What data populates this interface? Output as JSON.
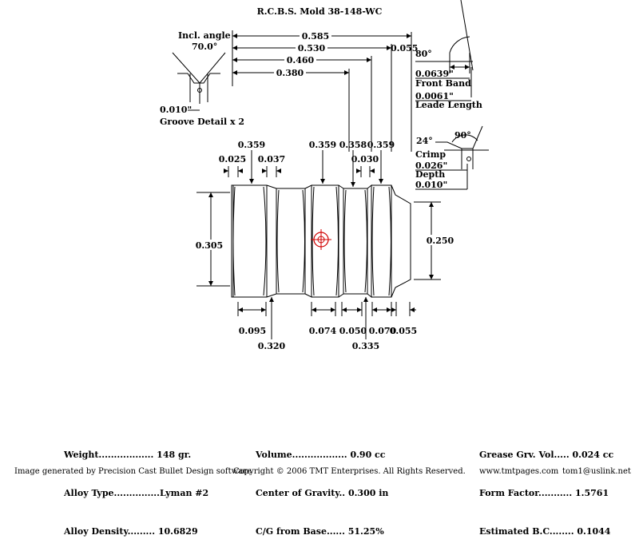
{
  "title": "R.C.B.S. Mold   38-148-WC",
  "top_dims": {
    "d1": "0.585",
    "d2": "0.530",
    "d3": "0.460",
    "d4": "0.380",
    "d5": "0.055"
  },
  "groove_detail": {
    "angle_label": "Incl. angle",
    "angle": "70.0°",
    "depth": "0.010\"",
    "label": "Groove Detail x 2"
  },
  "front_band": {
    "angle": "80°",
    "value": "0.0639\"",
    "label": "Front Band",
    "leade_value": "0.0061\"",
    "leade_label": "Leade Length"
  },
  "crimp": {
    "angle_left": "24°",
    "angle_right": "90°",
    "label": "Crimp",
    "value": "0.026\"",
    "depth_label": "Depth",
    "depth_value": "0.010\""
  },
  "diam_labels": {
    "a": "0.359",
    "b": "0.359",
    "c": "0.358",
    "d": "0.359"
  },
  "small_widths": {
    "a": "0.025",
    "b": "0.037",
    "c": "0.030"
  },
  "side_dims": {
    "left": "0.305",
    "right": "0.250"
  },
  "bottom_dims": {
    "a": "0.095",
    "b": "0.320",
    "c": "0.074",
    "d": "0.050",
    "e": "0.335",
    "f": "0.070",
    "g": "0.055"
  },
  "stats": {
    "col1": [
      "Weight.................. 148 gr.",
      "Alloy Type...............Lyman #2",
      "Alloy Density......... 10.6829"
    ],
    "col2": [
      "Volume.................. 0.90 cc",
      "Center of Gravity.. 0.300 in",
      "C/G from Base...... 51.25%"
    ],
    "col3": [
      "Grease Grv. Vol..... 0.024 cc",
      "Form Factor........... 1.5761",
      "Estimated B.C........ 0.1044"
    ]
  },
  "footer": {
    "left": "Image generated by Precision Cast Bullet Design software",
    "center": "Copyright © 2006 TMT Enterprises. All Rights Reserved.",
    "url": "www.tmtpages.com",
    "email": "tom1@uslink.net"
  },
  "colors": {
    "line": "#000000",
    "cg_marker": "#d00000"
  }
}
